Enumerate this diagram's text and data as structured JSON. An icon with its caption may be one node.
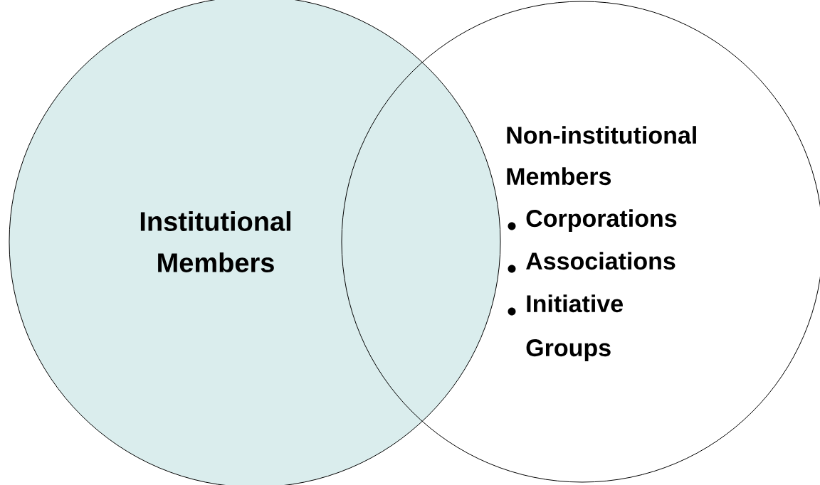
{
  "diagram": {
    "nodes": [
      {
        "text": [
          "Institutional Members"
        ]
      },
      {
        "text": [
          "Non-institutional Members",
          "Corporations",
          "Associations",
          "Initiative Groups"
        ]
      }
    ]
  }
}
